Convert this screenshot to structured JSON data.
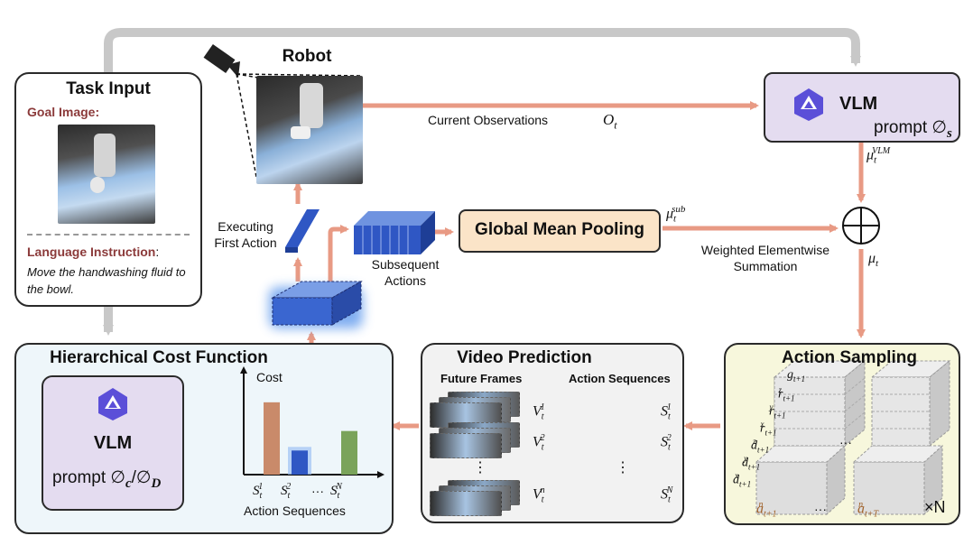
{
  "robot": {
    "title": "Robot"
  },
  "task_input": {
    "title": "Task Input",
    "goal_label": "Goal Image:",
    "language_label": "Language Instruction",
    "language_colon": ":",
    "instruction": "Move the handwashing fluid to the bowl."
  },
  "vlm_top": {
    "title": "VLM",
    "prompt": "prompt ∅",
    "prompt_sub": "s"
  },
  "current_obs": {
    "label": "Current Observations",
    "symbol": "O",
    "symbol_sub": "t"
  },
  "mu_vlm": {
    "base": "μ",
    "sub": "t",
    "sup": "VLM"
  },
  "mu_sub": {
    "base": "μ",
    "sub": "t",
    "sup": "sub"
  },
  "mu_t": {
    "base": "μ",
    "sub": "t"
  },
  "executing": {
    "line1": "Executing",
    "line2": "First Action"
  },
  "subsequent": {
    "line1": "Subsequent",
    "line2": "Actions"
  },
  "gmp": {
    "label": "Global Mean Pooling"
  },
  "weighted": {
    "line1": "Weighted Elementwise",
    "line2": "Summation"
  },
  "hcf": {
    "title": "Hierarchical Cost Function",
    "vlm_title": "VLM",
    "prompt": "prompt ∅",
    "prompt_sub_c": "c",
    "prompt_slash": "/∅",
    "prompt_sub_d": "D",
    "chart_ylabel": "Cost",
    "chart_xlabel": "Action Sequences",
    "ellipsis": "···"
  },
  "chart_data": {
    "type": "bar",
    "categories": [
      "S_t^1",
      "S_t^2",
      "S_t^N"
    ],
    "values": [
      0.63,
      0.21,
      0.38
    ],
    "ylabel": "Cost",
    "xlabel": "Action Sequences",
    "colors": [
      "#c98a6a",
      "#2f57c4",
      "#7aa35a"
    ]
  },
  "video_pred": {
    "title": "Video Prediction",
    "future_label": "Future Frames",
    "seq_label": "Action Sequences",
    "vdots": "⋮"
  },
  "action_sampling": {
    "title": "Action Sampling",
    "times_n": "×N",
    "dots": "···",
    "labels": [
      {
        "b": "g",
        "s": "t+1",
        "p": ""
      },
      {
        "b": "r",
        "s": "t+1",
        "p": "z"
      },
      {
        "b": "r",
        "s": "t+1",
        "p": "y"
      },
      {
        "b": "r",
        "s": "t+1",
        "p": "x"
      },
      {
        "b": "d",
        "s": "t+1",
        "p": "z"
      },
      {
        "b": "d",
        "s": "t+1",
        "p": "y"
      },
      {
        "b": "d",
        "s": "t+1",
        "p": "x"
      }
    ],
    "a1": {
      "b": "a",
      "p": "n",
      "s": "t+1"
    },
    "aT": {
      "b": "a",
      "p": "n",
      "s": "t+T"
    }
  },
  "colors": {
    "arrow": "#e89a84",
    "gray_arrow": "#c8c8c8",
    "vlm_fill": "#e4dcf0",
    "gmp_fill": "#fbe4c8",
    "hcf_fill": "#eef6fa",
    "vp_fill": "#f2f2f2",
    "as_fill": "#f7f7dc",
    "blue": "#2f57c4",
    "orange": "#d88a64",
    "green": "#8cb06a",
    "maroon": "#8b3a3a"
  }
}
